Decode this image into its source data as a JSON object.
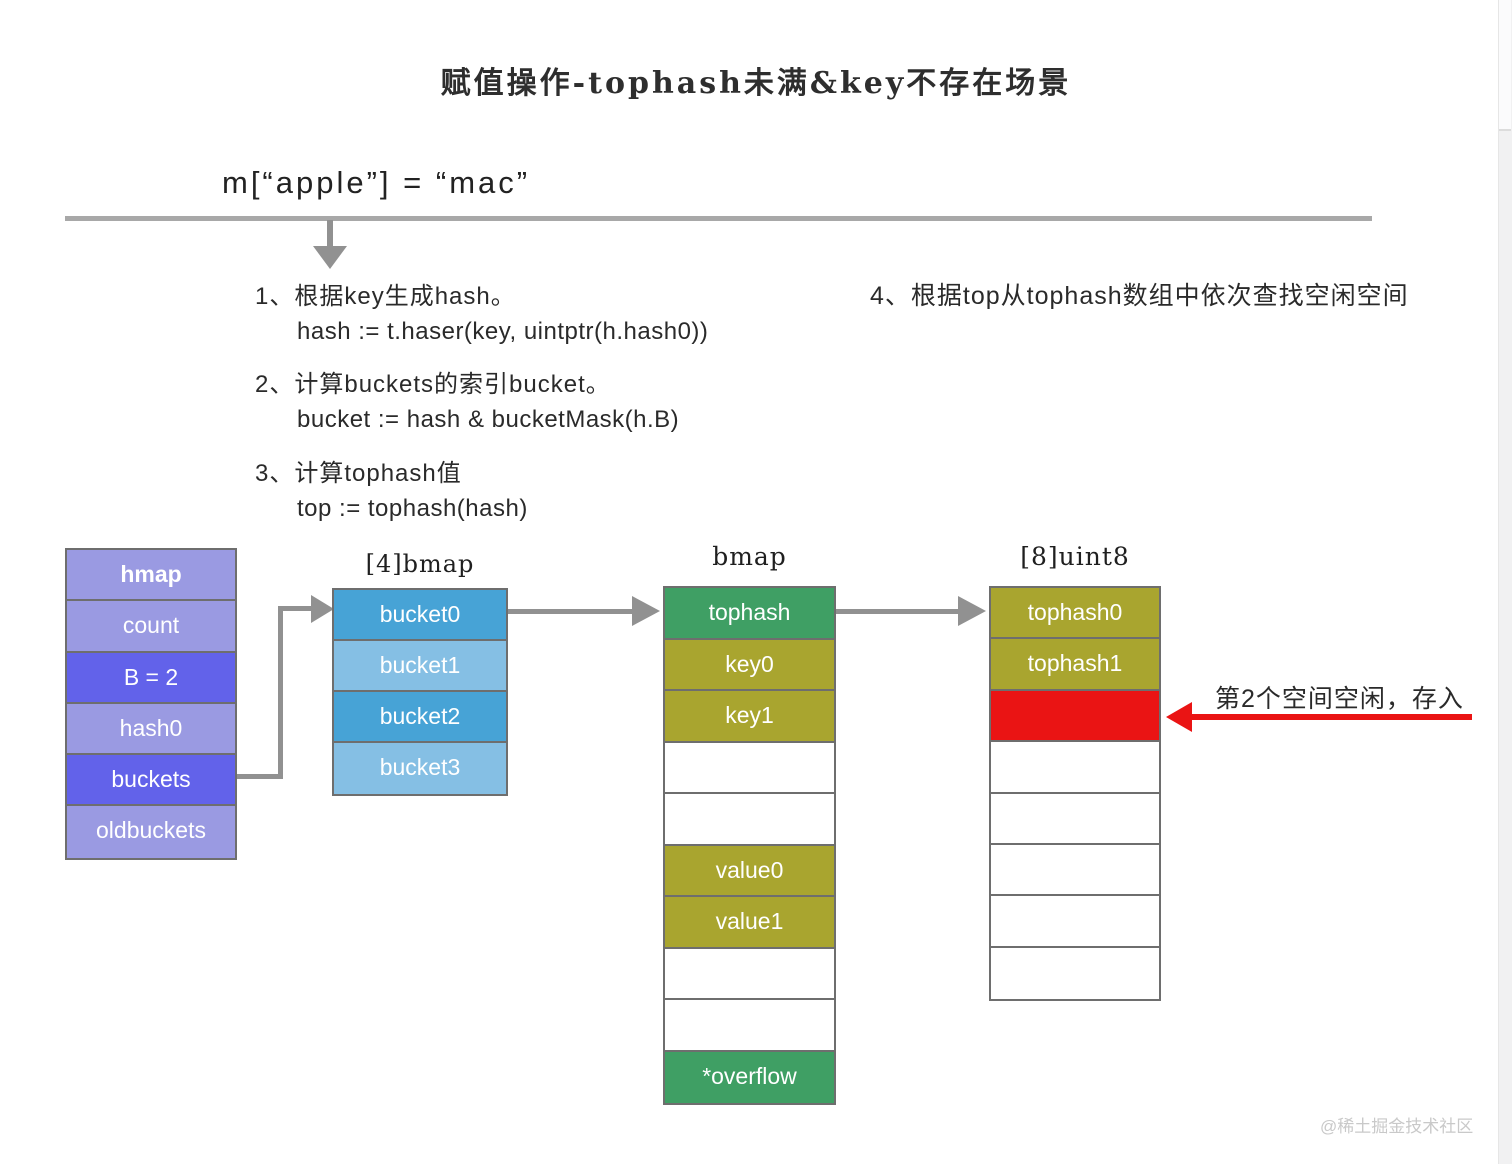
{
  "title": "赋值操作-tophash未满&key不存在场景",
  "assignment": "m[“apple”] = “mac”",
  "steps": [
    {
      "label": "1、根据key生成hash。",
      "code": "hash := t.haser(key, uintptr(h.hash0))"
    },
    {
      "label": "2、计算buckets的索引bucket。",
      "code": "bucket := hash & bucketMask(h.B)"
    },
    {
      "label": "3、计算tophash值",
      "code": "top := tophash(hash)"
    }
  ],
  "step4": "4、根据top从tophash数组中依次查找空闲空间",
  "hmap": {
    "rows": [
      {
        "label": "hmap",
        "variant": "light",
        "bold": true
      },
      {
        "label": "count",
        "variant": "light"
      },
      {
        "label": "B = 2",
        "variant": "dark"
      },
      {
        "label": "hash0",
        "variant": "light"
      },
      {
        "label": "buckets",
        "variant": "dark"
      },
      {
        "label": "oldbuckets",
        "variant": "light"
      }
    ]
  },
  "bucket_array": {
    "title": "[4]bmap",
    "rows": [
      {
        "label": "bucket0",
        "variant": "blue-dark"
      },
      {
        "label": "bucket1",
        "variant": "blue-light"
      },
      {
        "label": "bucket2",
        "variant": "blue-dark"
      },
      {
        "label": "bucket3",
        "variant": "blue-light"
      }
    ]
  },
  "bmap": {
    "title": "bmap",
    "rows": [
      {
        "label": "tophash",
        "variant": "green"
      },
      {
        "label": "key0",
        "variant": "olive"
      },
      {
        "label": "key1",
        "variant": "olive"
      },
      {
        "label": "",
        "variant": "empty"
      },
      {
        "label": "",
        "variant": "empty"
      },
      {
        "label": "value0",
        "variant": "olive"
      },
      {
        "label": "value1",
        "variant": "olive"
      },
      {
        "label": "",
        "variant": "empty"
      },
      {
        "label": "",
        "variant": "empty"
      },
      {
        "label": "*overflow",
        "variant": "green"
      }
    ]
  },
  "tophash_array": {
    "title": "[8]uint8",
    "rows": [
      {
        "label": "tophash0",
        "variant": "olive"
      },
      {
        "label": "tophash1",
        "variant": "olive"
      },
      {
        "label": "",
        "variant": "red"
      },
      {
        "label": "",
        "variant": "empty"
      },
      {
        "label": "",
        "variant": "empty"
      },
      {
        "label": "",
        "variant": "empty"
      },
      {
        "label": "",
        "variant": "empty"
      },
      {
        "label": "",
        "variant": "empty"
      }
    ]
  },
  "annotation": "第2个空间空闲，存入",
  "watermark": "@稀土掘金技术社区",
  "colors": {
    "purple_light": "#9a9ae2",
    "purple_dark": "#6262ea",
    "blue_dark": "#47a3d6",
    "blue_light": "#85bfe4",
    "green": "#3f9f64",
    "olive": "#a9a52f",
    "red": "#ea1414",
    "arrow_gray": "#919191",
    "line_gray": "#a8a8a8",
    "border_gray": "#6e6e6e",
    "watermark_gray": "#c9c9c9"
  }
}
